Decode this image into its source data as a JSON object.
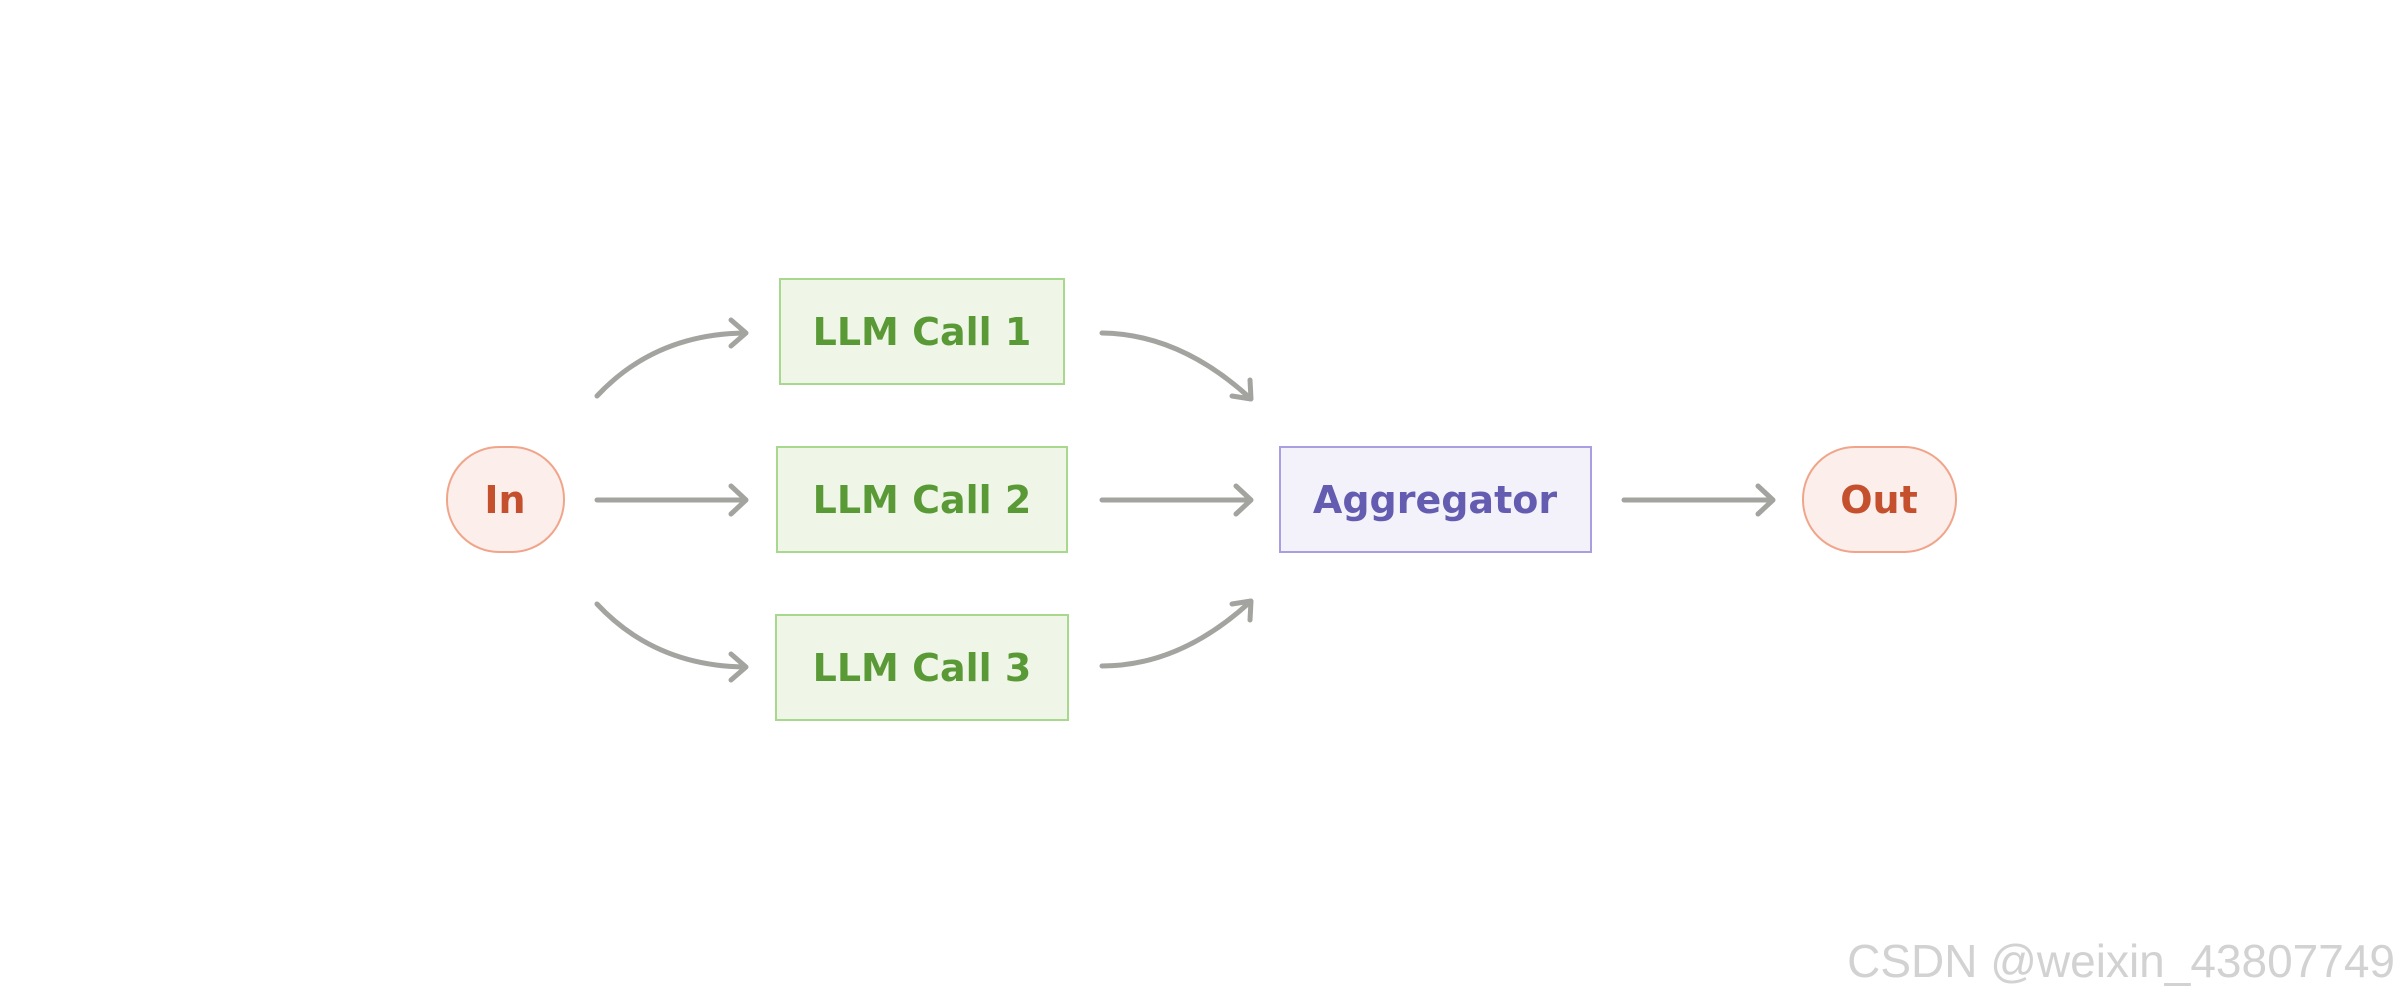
{
  "nodes": {
    "input": {
      "label": "In"
    },
    "call_1": {
      "label": "LLM Call 1"
    },
    "call_2": {
      "label": "LLM Call 2"
    },
    "call_3": {
      "label": "LLM Call 3"
    },
    "aggregator": {
      "label": "Aggregator"
    },
    "output": {
      "label": "Out"
    }
  },
  "watermark": "CSDN @weixin_43807749",
  "colors": {
    "terminal_fill": "#fbeeeb",
    "terminal_stroke": "#f0a58a",
    "terminal_text": "#c4502e",
    "call_fill": "#eff6e8",
    "call_stroke": "#a8d88e",
    "call_text": "#5a9a36",
    "aggregator_fill": "#f3f2fa",
    "aggregator_stroke": "#a89ee0",
    "aggregator_text": "#645cb0",
    "edge": "#a3a3a0"
  }
}
